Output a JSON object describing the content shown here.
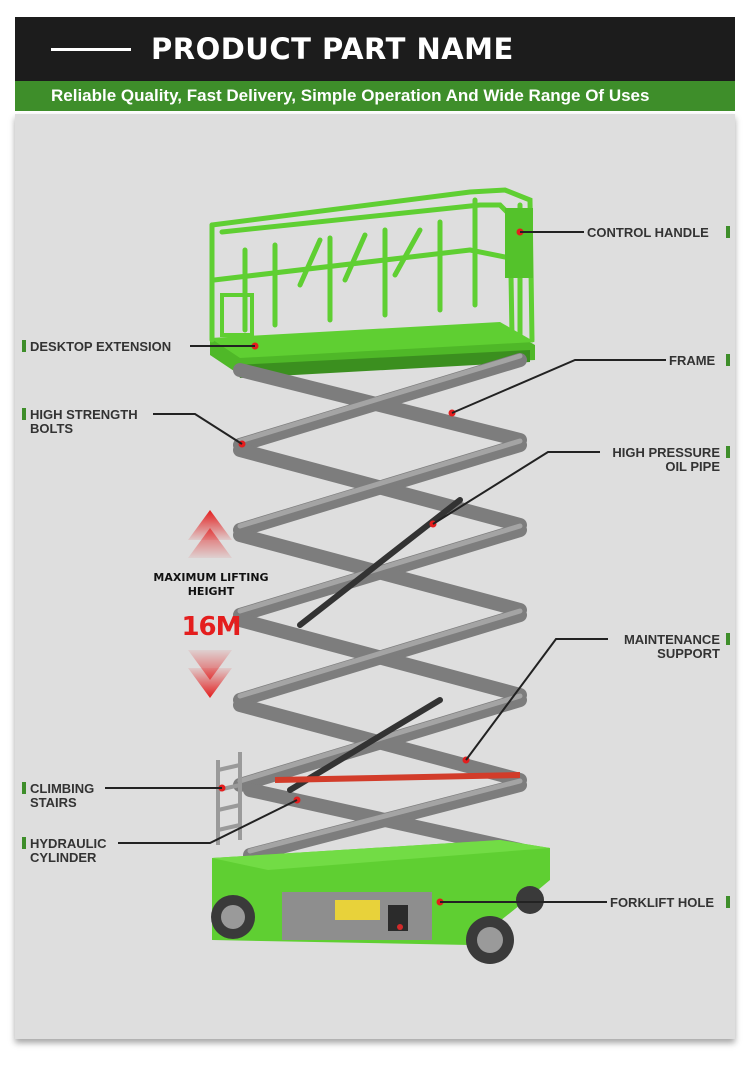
{
  "header": {
    "title": "PRODUCT PART NAME",
    "subtitle": "Reliable Quality, Fast Delivery, Simple Operation And Wide Range Of Uses"
  },
  "lifting_height": {
    "title_line1": "MAXIMUM LIFTING",
    "title_line2": "HEIGHT",
    "value": "16M"
  },
  "parts": {
    "control_handle": "CONTROL HANDLE",
    "desktop_extension": "DESKTOP EXTENSION",
    "frame": "FRAME",
    "high_strength_bolts_1": "HIGH STRENGTH",
    "high_strength_bolts_2": "BOLTS",
    "oil_pipe_1": "HIGH PRESSURE",
    "oil_pipe_2": "OIL PIPE",
    "maintenance_1": "MAINTENANCE",
    "maintenance_2": "SUPPORT",
    "climbing_1": "CLIMBING",
    "climbing_2": "STAIRS",
    "hydraulic_1": "HYDRAULIC",
    "hydraulic_2": "CYLINDER",
    "forklift_hole": "FORKLIFT HOLE"
  },
  "colors": {
    "lift_green": "#5fcf32",
    "scissor_gray": "#8a8a8a",
    "accent_green": "#3e8e2a",
    "arrow_red": "#e41e1e"
  }
}
